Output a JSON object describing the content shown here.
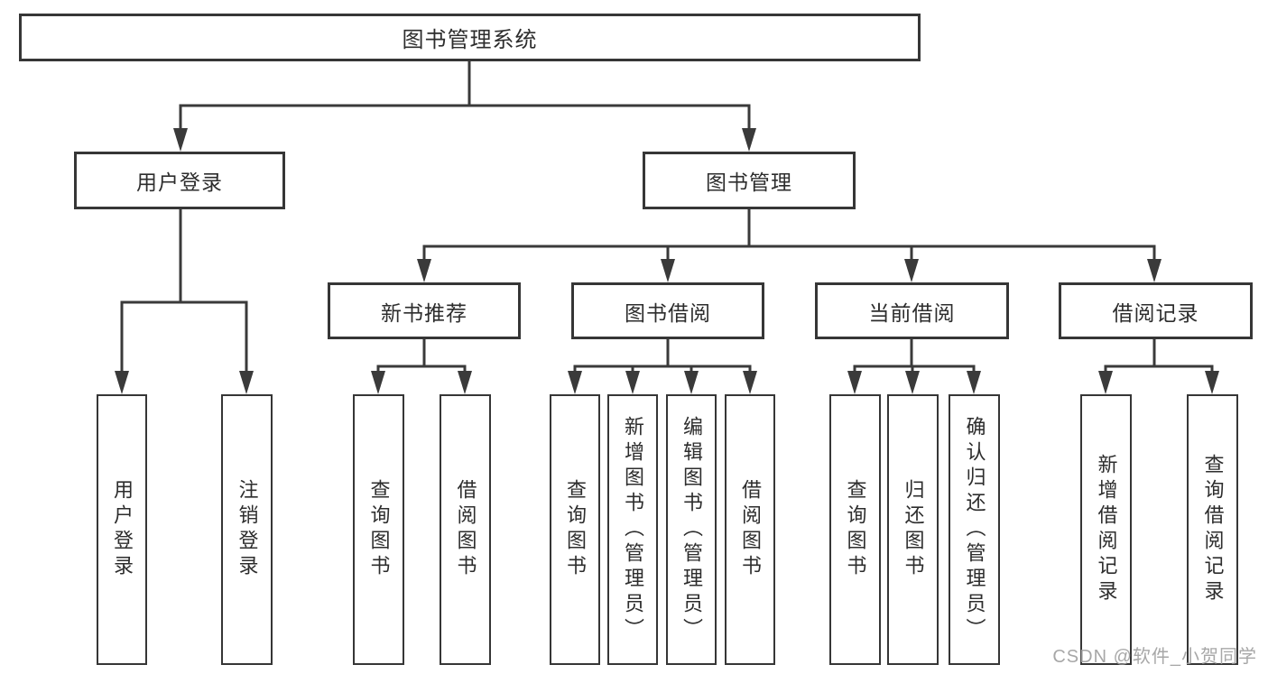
{
  "diagram": {
    "type": "hierarchy-tree",
    "tree": {
      "label": "图书管理系统",
      "children": [
        {
          "label": "用户登录",
          "children": [
            {
              "label": "用户登录"
            },
            {
              "label": "注销登录"
            }
          ]
        },
        {
          "label": "图书管理",
          "children": [
            {
              "label": "新书推荐",
              "children": [
                {
                  "label": "查询图书"
                },
                {
                  "label": "借阅图书"
                }
              ]
            },
            {
              "label": "图书借阅",
              "children": [
                {
                  "label": "查询图书"
                },
                {
                  "label": "新增图书（管理员）"
                },
                {
                  "label": "编辑图书（管理员）"
                },
                {
                  "label": "借阅图书"
                }
              ]
            },
            {
              "label": "当前借阅",
              "children": [
                {
                  "label": "查询图书"
                },
                {
                  "label": "归还图书"
                },
                {
                  "label": "确认归还（管理员）"
                }
              ]
            },
            {
              "label": "借阅记录",
              "children": [
                {
                  "label": "新增借阅记录"
                },
                {
                  "label": "查询借阅记录"
                }
              ]
            }
          ]
        }
      ]
    },
    "watermark": "CSDN @软件_小贺同学",
    "colors": {
      "line": "#3a3a3a",
      "box_border": "#363636",
      "text": "#2d2d2d",
      "background": "#ffffff",
      "watermark": "#a0a0a0"
    }
  }
}
